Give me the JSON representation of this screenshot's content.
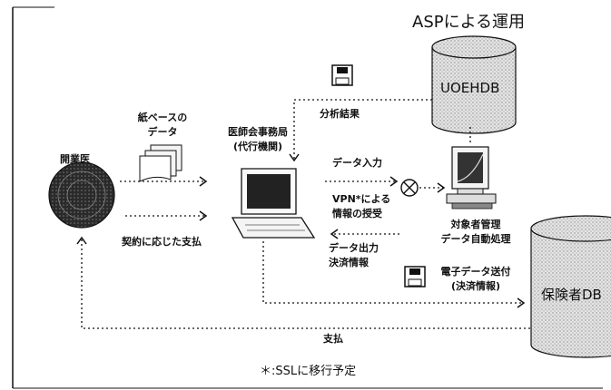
{
  "title": "ASPによる運用",
  "databases": {
    "uoehdb": "UOEHDB",
    "insurer_db": "保険者DB"
  },
  "nodes": {
    "clinic": "開業医",
    "association_line1": "医師会事務局",
    "association_line2": "(代行機関)",
    "processing_line1": "対象者管理",
    "processing_line2": "データ自動処理"
  },
  "labels": {
    "paper_data_line1": "紙ベースの",
    "paper_data_line2": "データ",
    "contract_payment": "契約に応じた支払",
    "analysis_result": "分析結果",
    "data_input": "データ入力",
    "vpn_line1": "VPN*による",
    "vpn_line2": "情報の授受",
    "data_output_line1": "データ出力",
    "data_output_line2": "決済情報",
    "e_data_send_line1": "電子データ送付",
    "e_data_send_line2": "(決済情報)",
    "payment": "支払"
  },
  "footnote": "＊:SSLに移行予定"
}
